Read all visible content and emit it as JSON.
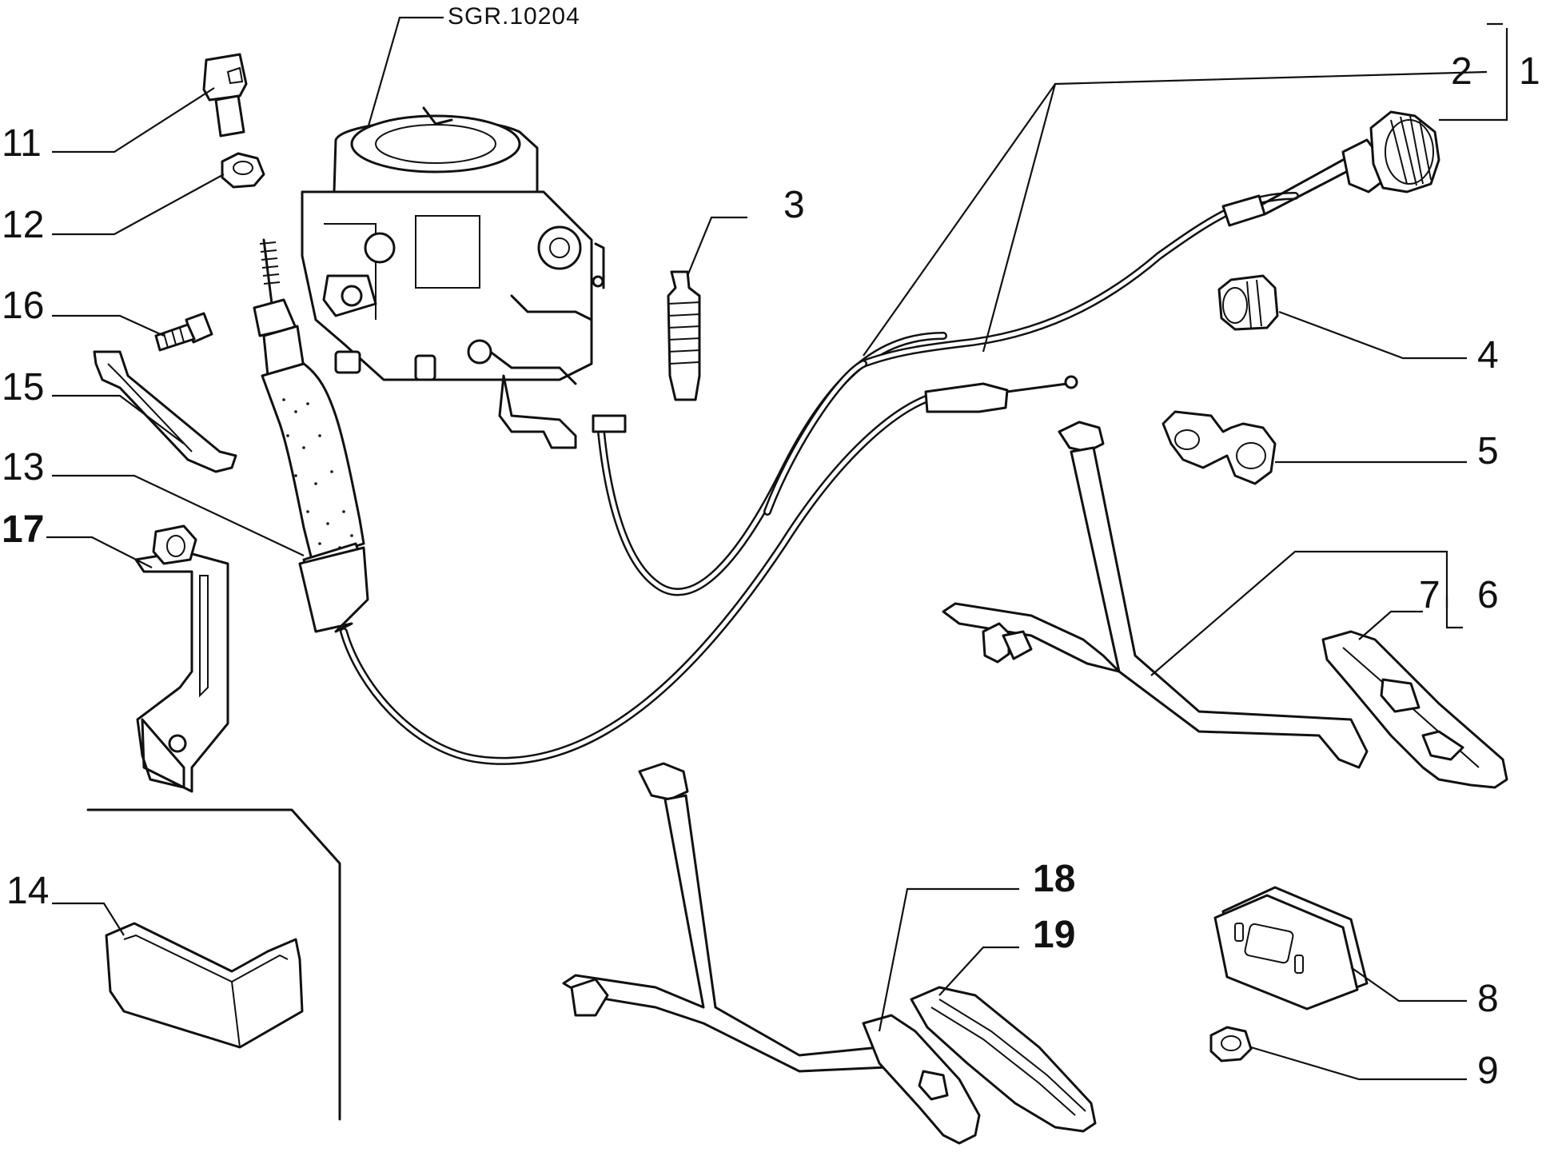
{
  "reference_code": "SGR.10204",
  "labels": [
    {
      "id": "1",
      "text": "1"
    },
    {
      "id": "2",
      "text": "2"
    },
    {
      "id": "3",
      "text": "3"
    },
    {
      "id": "4",
      "text": "4"
    },
    {
      "id": "5",
      "text": "5"
    },
    {
      "id": "6",
      "text": "6"
    },
    {
      "id": "7",
      "text": "7"
    },
    {
      "id": "8",
      "text": "8"
    },
    {
      "id": "9",
      "text": "9"
    },
    {
      "id": "11",
      "text": "11"
    },
    {
      "id": "12",
      "text": "12"
    },
    {
      "id": "13",
      "text": "13"
    },
    {
      "id": "14",
      "text": "14"
    },
    {
      "id": "15",
      "text": "15"
    },
    {
      "id": "16",
      "text": "16"
    },
    {
      "id": "17",
      "text": "17"
    },
    {
      "id": "18",
      "text": "18"
    },
    {
      "id": "19",
      "text": "19"
    }
  ]
}
